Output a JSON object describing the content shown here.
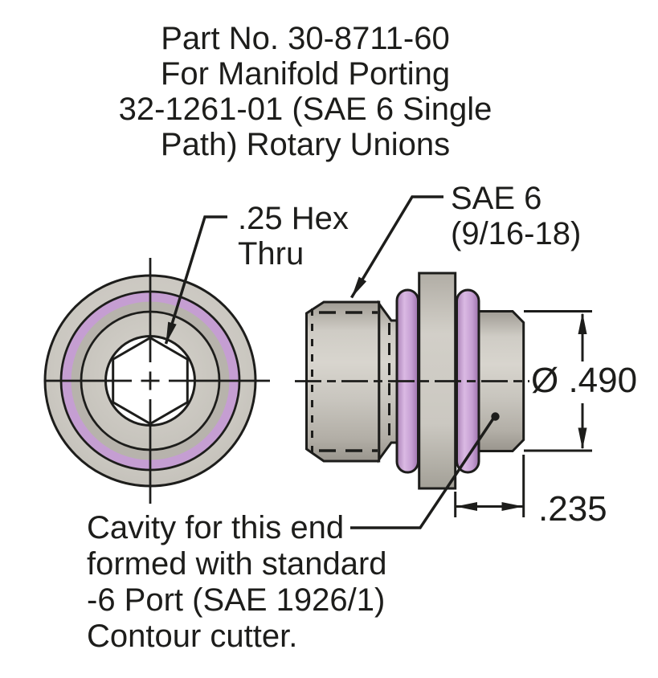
{
  "drawing": {
    "title_lines": [
      "Part No. 30-8711-60",
      "For Manifold Porting",
      "32-1261-01 (SAE 6 Single",
      "Path) Rotary Unions"
    ],
    "callouts": {
      "hex_line1": ".25 Hex",
      "hex_line2": "Thru",
      "thread_line1": "SAE 6",
      "thread_line2": "(9/16-18)",
      "note_lines": [
        "Cavity for this end",
        "formed with standard",
        "-6 Port (SAE 1926/1)",
        "Contour cutter."
      ]
    },
    "dimensions": {
      "diameter_label": "Ø .490",
      "length_label": ".235"
    },
    "colors": {
      "body_gray": "#cbc8c1",
      "oring_purple": "#c59ed2",
      "line_black": "#1d1d1b",
      "background": "#ffffff"
    }
  }
}
